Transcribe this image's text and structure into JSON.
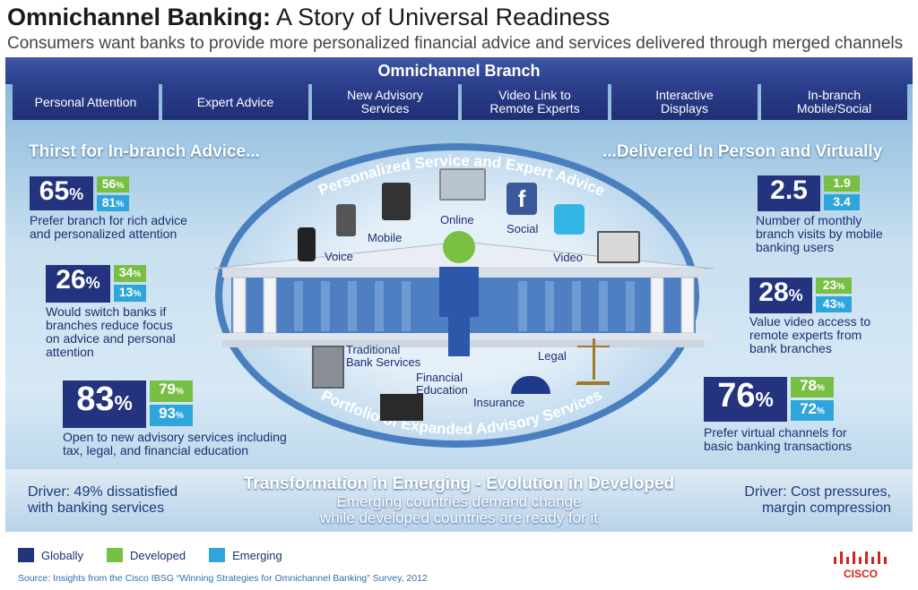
{
  "header": {
    "title_bold": "Omnichannel Banking:",
    "title_rest": " A Story of Universal Readiness",
    "subtitle": "Consumers want banks to provide more personalized financial advice and services delivered through merged channels"
  },
  "branch": {
    "title": "Omnichannel Branch",
    "tabs": [
      "Personal Attention",
      "Expert Advice",
      "New Advisory\nServices",
      "Video Link to\nRemote Experts",
      "Interactive\nDisplays",
      "In-branch\nMobile/Social"
    ]
  },
  "left_heading": "Thirst for In-branch Advice...",
  "right_heading": "...Delivered In Person and Virtually",
  "stats_left": [
    {
      "big": "65",
      "unit": "%",
      "developed": "56",
      "emerging": "81",
      "desc": "Prefer branch for rich advice\nand personalized attention"
    },
    {
      "big": "26",
      "unit": "%",
      "developed": "34",
      "emerging": "13",
      "desc": "Would switch banks if\nbranches reduce focus\non advice and personal\nattention"
    },
    {
      "big": "83",
      "unit": "%",
      "developed": "79",
      "emerging": "93",
      "desc": "Open to new advisory services including\ntax, legal, and financial education"
    }
  ],
  "stats_right": [
    {
      "big": "2.5",
      "unit": "",
      "developed": "1.9",
      "emerging": "3.4",
      "desc": "Number of monthly\nbranch visits by mobile\nbanking users"
    },
    {
      "big": "28",
      "unit": "%",
      "developed": "23",
      "emerging": "43",
      "desc": "Value video access to\nremote experts from\nbank branches"
    },
    {
      "big": "76",
      "unit": "%",
      "developed": "78",
      "emerging": "72",
      "desc": "Prefer virtual channels for\nbasic banking transactions"
    }
  ],
  "pct": "%",
  "arc_top": "Personalized Service and Expert Advice",
  "arc_bottom": "Portfolio of Expanded Advisory Services",
  "channels": {
    "voice": "Voice",
    "mobile": "Mobile",
    "online": "Online",
    "social": "Social",
    "video": "Video",
    "traditional": "Traditional\nBank Services",
    "financial": "Financial\nEducation",
    "insurance": "Insurance",
    "legal": "Legal"
  },
  "transform": {
    "title": "Transformation in Emerging - Evolution in Developed",
    "line1": "Emerging countries demand change",
    "line2": "while developed countries are ready for it"
  },
  "driver_left": "Driver: 49% dissatisfied\nwith banking services",
  "driver_right": "Driver: Cost pressures,\nmargin compression",
  "legend": {
    "globally": "Globally",
    "developed": "Developed",
    "emerging": "Emerging"
  },
  "colors": {
    "globally": "#24337e",
    "developed": "#78c043",
    "emerging": "#2ea6dc"
  },
  "source": "Source: Insights from the Cisco IBSG “Winning Strategies for Omnichannel Banking” Survey, 2012",
  "logo_text": "CISCO"
}
